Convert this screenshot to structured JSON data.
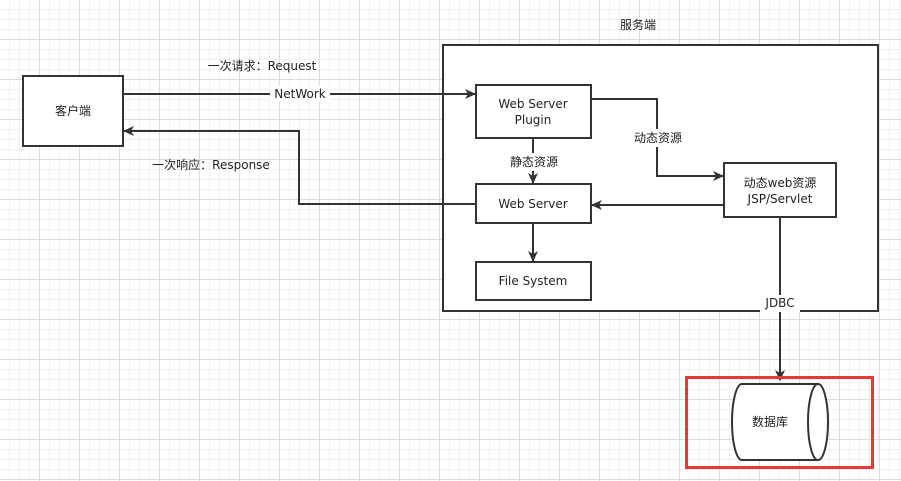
{
  "diagram": {
    "colors": {
      "line": "#333333",
      "box_fill": "#ffffff",
      "highlight": "#e53935"
    },
    "server": {
      "title": "服务端"
    },
    "client": {
      "label": "客户端"
    },
    "nodes": {
      "plugin": {
        "line1": "Web Server",
        "line2": "Plugin"
      },
      "web_server": {
        "label": "Web Server"
      },
      "file_system": {
        "label": "File System"
      },
      "dynamic": {
        "line1": "动态web资源",
        "line2": "JSP/Servlet"
      },
      "database": {
        "label": "数据库",
        "shape": "cylinder",
        "highlighted": true
      }
    },
    "edges": {
      "request_label": "一次请求：Request",
      "network_label": "NetWork",
      "response_label": "一次响应：Response",
      "static_label": "静态资源",
      "dynamic_label": "动态资源",
      "jdbc_label": "JDBC"
    }
  }
}
